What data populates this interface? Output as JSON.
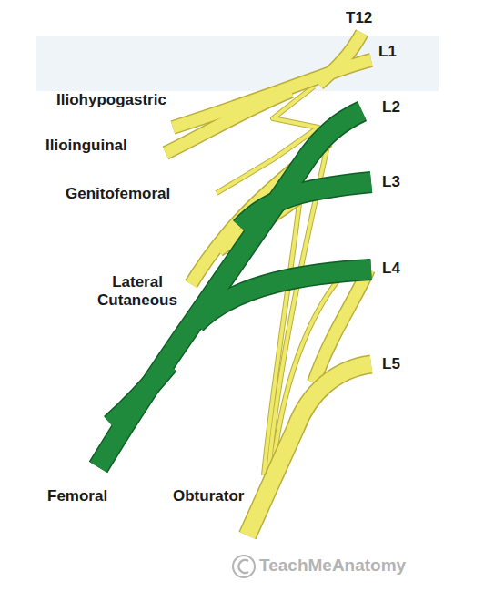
{
  "diagram": {
    "labels": [
      "T12",
      "L1",
      "L2",
      "L3",
      "L4",
      "L5",
      "Iliohypogastric",
      "Ilioinguinal",
      "Genitofemoral",
      "Lateral Cutaneous",
      "Femoral",
      "Obturator",
      "TeachMeAnatomy"
    ]
  }
}
